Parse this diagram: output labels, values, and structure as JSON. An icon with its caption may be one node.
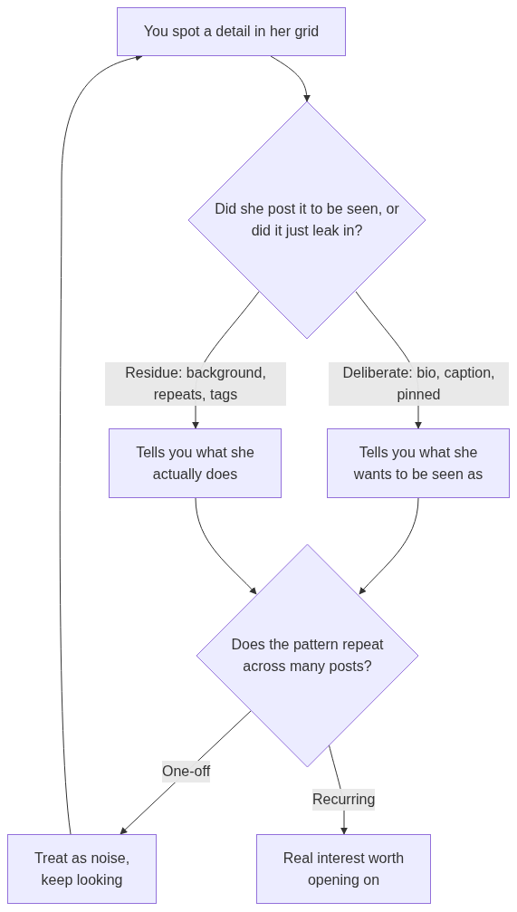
{
  "diagram": {
    "nodes": [
      {
        "text": [
          "You spot a detail in her grid"
        ]
      },
      {
        "text": [
          "Did she post it to be seen, or did it just leak in?"
        ]
      },
      {
        "text": [
          "Tells you what she actually does"
        ]
      },
      {
        "text": [
          "Tells you what she wants to be seen as"
        ]
      },
      {
        "text": [
          "Does the pattern repeat across many posts?"
        ]
      },
      {
        "text": [
          "Treat as noise, keep looking"
        ]
      },
      {
        "text": [
          "Real interest worth opening on"
        ]
      }
    ],
    "edges": [
      {
        "from": 0,
        "to": 1,
        "arrow": "to"
      },
      {
        "from": 1,
        "to": 2,
        "arrow": "to",
        "label": "Residue: background, repeats, tags"
      },
      {
        "from": 1,
        "to": 3,
        "arrow": "to",
        "label": "Deliberate: bio, caption, pinned"
      },
      {
        "from": 2,
        "to": 4,
        "arrow": "to"
      },
      {
        "from": 3,
        "to": 4,
        "arrow": "to"
      },
      {
        "from": 4,
        "to": 5,
        "arrow": "to",
        "label": "One-off"
      },
      {
        "from": 4,
        "to": 6,
        "arrow": "to",
        "label": "Recurring"
      },
      {
        "from": 5,
        "to": 0,
        "arrow": "to"
      }
    ]
  }
}
